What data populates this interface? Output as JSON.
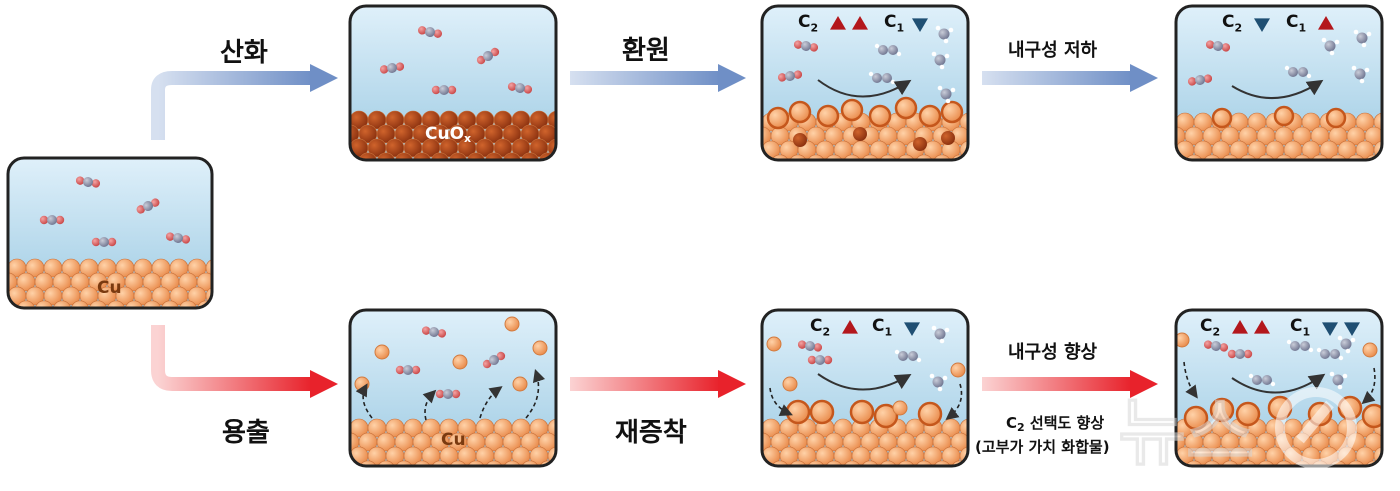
{
  "labels": {
    "oxidation": "산화",
    "reduction": "환원",
    "durability_down": "내구성 저하",
    "dissolution": "용출",
    "redeposition": "재증착",
    "durability_up": "내구성 향상",
    "c2_sel_prefix": "C",
    "c2_sel_sub": "2",
    "c2_sel_rest": " 선택도 향상",
    "high_value": "(고부가 가치 화합물)"
  },
  "boxes": {
    "cu_start": "Cu",
    "cuox_main": "CuO",
    "cuox_sub": "x",
    "cu_dissolve": "Cu"
  },
  "selectivity": {
    "c2": "C",
    "c2_sub": "2",
    "c1": "C",
    "c1_sub": "1",
    "top_mid": {
      "c2": "up-up",
      "c1": "down"
    },
    "top_right": {
      "c2": "down",
      "c1": "up"
    },
    "bot_mid": {
      "c2": "up",
      "c1": "down"
    },
    "bot_right": {
      "c2": "up-up",
      "c1": "down-down"
    }
  },
  "colors": {
    "up_triangle": "#b3171c",
    "down_triangle": "#1f4f73",
    "blue_arrow": "#7d9ac9",
    "red_arrow": "#e8222b",
    "copper": "#f0a66c",
    "copper_oxide": "#a0401a"
  }
}
